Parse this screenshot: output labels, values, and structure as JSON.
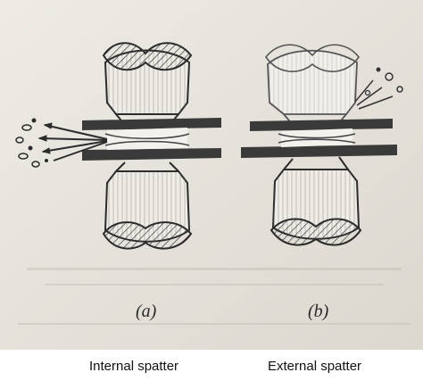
{
  "figure": {
    "panels": [
      {
        "id": "a",
        "label": "(a)",
        "caption": "Internal spatter"
      },
      {
        "id": "b",
        "label": "(b)",
        "caption": "External spatter"
      }
    ],
    "colors": {
      "paper": "#e6e2da",
      "ink": "#2b2b2b",
      "sheet": "#3a3a3a",
      "electrode_fill": "#efece6"
    }
  }
}
